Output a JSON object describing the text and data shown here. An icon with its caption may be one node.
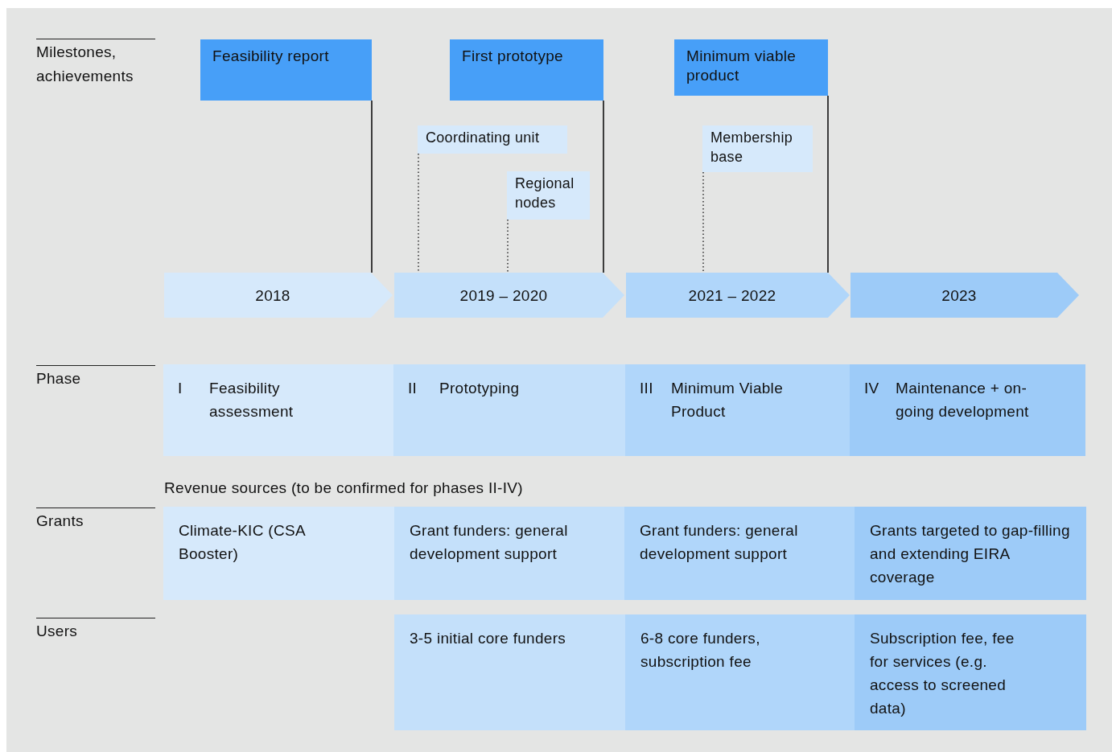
{
  "diagram": {
    "nodes": [
      {
        "text": [
          "Feasibility report"
        ]
      },
      {
        "text": [
          "First prototype"
        ]
      },
      {
        "text": [
          "Minimum viable product"
        ]
      },
      {
        "text": [
          "Coordinating unit"
        ]
      },
      {
        "text": [
          "Membership base"
        ]
      },
      {
        "text": [
          "Regional nodes"
        ]
      },
      {
        "text": [
          "2018"
        ]
      },
      {
        "text": [
          "2019 – 2020"
        ]
      },
      {
        "text": [
          "2021 – 2022"
        ]
      },
      {
        "text": [
          "2023"
        ]
      },
      {
        "text": [
          "I",
          "Feasibility assessment"
        ]
      },
      {
        "text": [
          "II",
          "Prototyping"
        ]
      },
      {
        "text": [
          "III",
          "Minimum Viable Product"
        ]
      },
      {
        "text": [
          "IV",
          "Maintenance + on-going development"
        ]
      },
      {
        "text": [
          "Climate-KIC (CSA Booster)"
        ]
      },
      {
        "text": [
          "Grant funders: general development support"
        ]
      },
      {
        "text": [
          "Grant funders: general development support"
        ]
      },
      {
        "text": [
          "Grants targeted to gap-filling and extending EIRA coverage"
        ]
      },
      {
        "text": [
          "3-5 initial core funders"
        ]
      },
      {
        "text": [
          "6-8 core funders, subscription fee"
        ]
      },
      {
        "text": [
          "Subscription fee, fee for services (e.g. access to screened data)"
        ]
      }
    ],
    "edges": [
      {
        "from": 0,
        "to": 6,
        "arrow": "none"
      },
      {
        "from": 1,
        "to": 7,
        "arrow": "none"
      },
      {
        "from": 3,
        "to": 7,
        "arrow": "none",
        "style": "dashed"
      },
      {
        "from": 5,
        "to": 7,
        "arrow": "none",
        "style": "dashed"
      },
      {
        "from": 2,
        "to": 8,
        "arrow": "none"
      },
      {
        "from": 4,
        "to": 8,
        "arrow": "none",
        "style": "dashed"
      }
    ],
    "labels": [
      "Milestones, achievements",
      "Phase",
      "Revenue sources (to be confirmed for phases II-IV)",
      "Grants",
      "Users"
    ]
  }
}
